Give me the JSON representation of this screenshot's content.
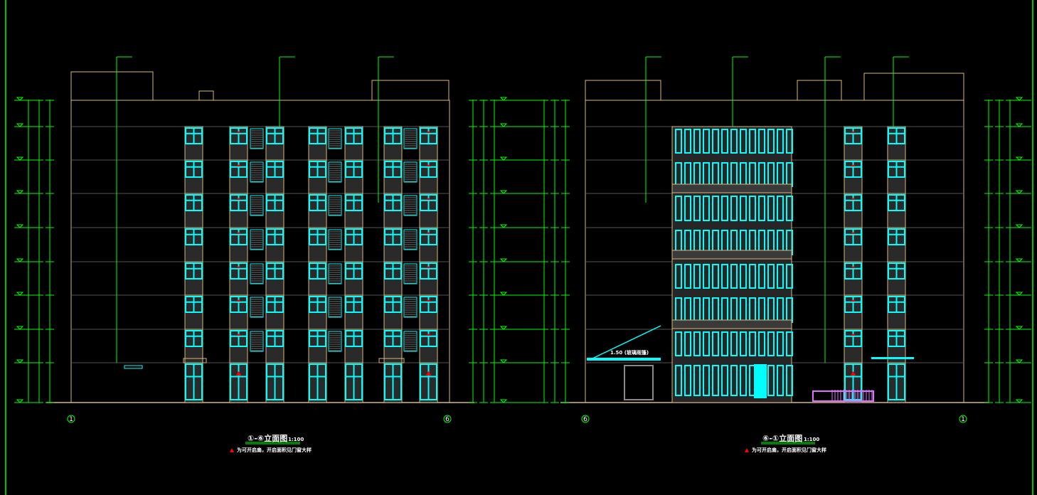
{
  "drawing": {
    "left_elevation": {
      "title": "①-⑥立面图",
      "scale": "1:100",
      "note": "为可开启扇，开启面积见门窗大样",
      "axis_start": "1",
      "axis_end": "6"
    },
    "right_elevation": {
      "title": "⑥-①立面图",
      "scale": "1:100",
      "note": "为可开启扇，开启面积见门窗大样",
      "axis_start": "6",
      "axis_end": "1",
      "canopy_label": "1.50 (玻璃雨篷)"
    },
    "floors": 8
  },
  "colors": {
    "background": "#000000",
    "outline": "#d8b878",
    "window": "#00ffff",
    "dimension": "#00ff00",
    "marker": "#ff0000",
    "ramp": "#e070ff",
    "floor_line": "#555555"
  }
}
